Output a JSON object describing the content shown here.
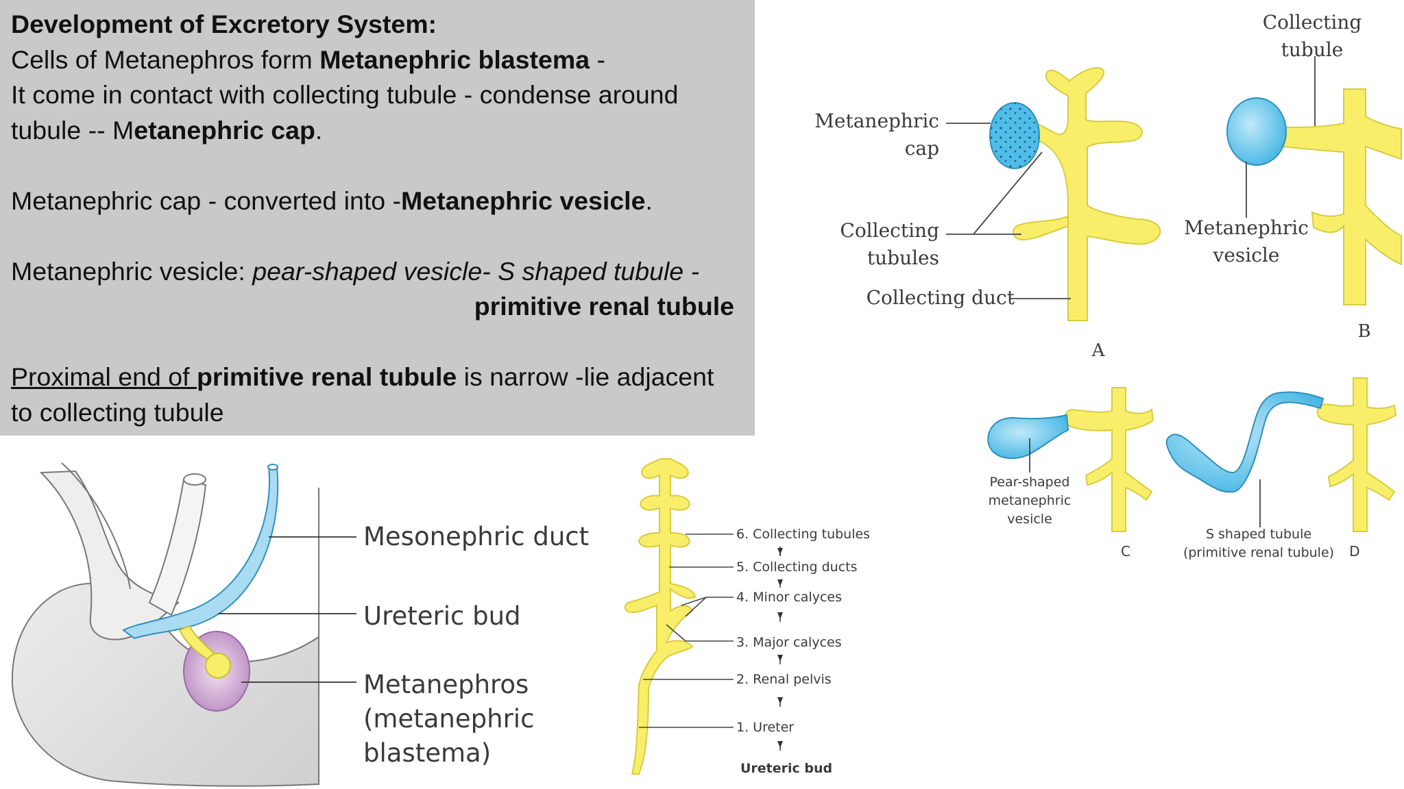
{
  "text_box": {
    "title": "Development of Excretory System:",
    "l1_a": "Cells of Metanephros form ",
    "l1_b": "Metanephric blastema",
    "l1_c": " -",
    "l2": "It come in contact with collecting tubule -  condense around",
    "l3_a": "tubule  -- M",
    "l3_b": "etanephric cap",
    "l3_c": ".",
    "l4_a": "Metanephric cap - converted into  -",
    "l4_b": "Metanephric vesicle",
    "l4_c": ".",
    "l5_a": "Metanephric vesicle:  ",
    "l5_b": "pear-shaped vesicle-  S shaped tubule -",
    "l6": "primitive renal tubule",
    "l7_a": "Proximal end of ",
    "l7_b": "primitive renal tubule",
    "l7_c": " is narrow -lie adjacent",
    "l8": "to collecting tubule"
  },
  "diagram_top": {
    "metanephric_cap_1": "Metanephric",
    "metanephric_cap_2": "cap",
    "collecting_tubules_1": "Collecting",
    "collecting_tubules_2": "tubules",
    "collecting_duct": "Collecting duct",
    "collecting_tubule_1": "Collecting",
    "collecting_tubule_2": "tubule",
    "metanephric_vesicle_1": "Metanephric",
    "metanephric_vesicle_2": "vesicle",
    "label_a": "A",
    "label_b": "B",
    "pear_1": "Pear-shaped",
    "pear_2": "metanephric",
    "pear_3": "vesicle",
    "label_c": "C",
    "s_tubule_1": "S shaped tubule",
    "s_tubule_2": "(primitive renal tubule)",
    "label_d": "D"
  },
  "diagram_left": {
    "mesonephric_duct": "Mesonephric duct",
    "ureteric_bud": "Ureteric bud",
    "metanephros_1": "Metanephros",
    "metanephros_2": "(metanephric",
    "metanephros_3": "blastema)"
  },
  "diagram_middle": {
    "step6": "6. Collecting tubules",
    "step5": "5. Collecting ducts",
    "step4": "4. Minor calyces",
    "step3": "3. Major calyces",
    "step2": "2. Renal pelvis",
    "step1": "1. Ureter",
    "origin": "Ureteric bud"
  },
  "colors": {
    "yellow": "#f8ee6a",
    "yellow_stroke": "#d8cc3e",
    "blue": "#5ec2ea",
    "blue_stroke": "#2e8fbd",
    "purple": "#c9a3cf",
    "gray_box": "#c9c9c9"
  }
}
